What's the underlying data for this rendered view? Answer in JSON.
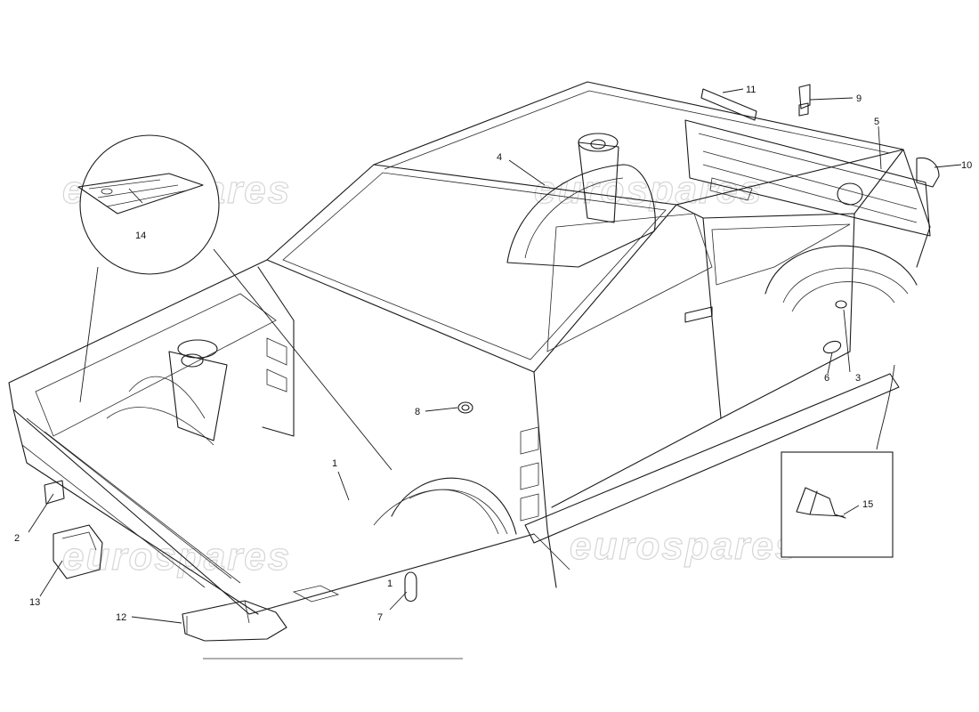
{
  "watermark": {
    "text": "eurospares"
  },
  "callouts": [
    {
      "id": "1",
      "label": "1"
    },
    {
      "id": "1b",
      "label": "1"
    },
    {
      "id": "2",
      "label": "2"
    },
    {
      "id": "3",
      "label": "3"
    },
    {
      "id": "4",
      "label": "4"
    },
    {
      "id": "5",
      "label": "5"
    },
    {
      "id": "6",
      "label": "6"
    },
    {
      "id": "7",
      "label": "7"
    },
    {
      "id": "8",
      "label": "8"
    },
    {
      "id": "9",
      "label": "9"
    },
    {
      "id": "10",
      "label": "10"
    },
    {
      "id": "11",
      "label": "11"
    },
    {
      "id": "12",
      "label": "12"
    },
    {
      "id": "13",
      "label": "13"
    },
    {
      "id": "14",
      "label": "14"
    },
    {
      "id": "15",
      "label": "15"
    }
  ]
}
